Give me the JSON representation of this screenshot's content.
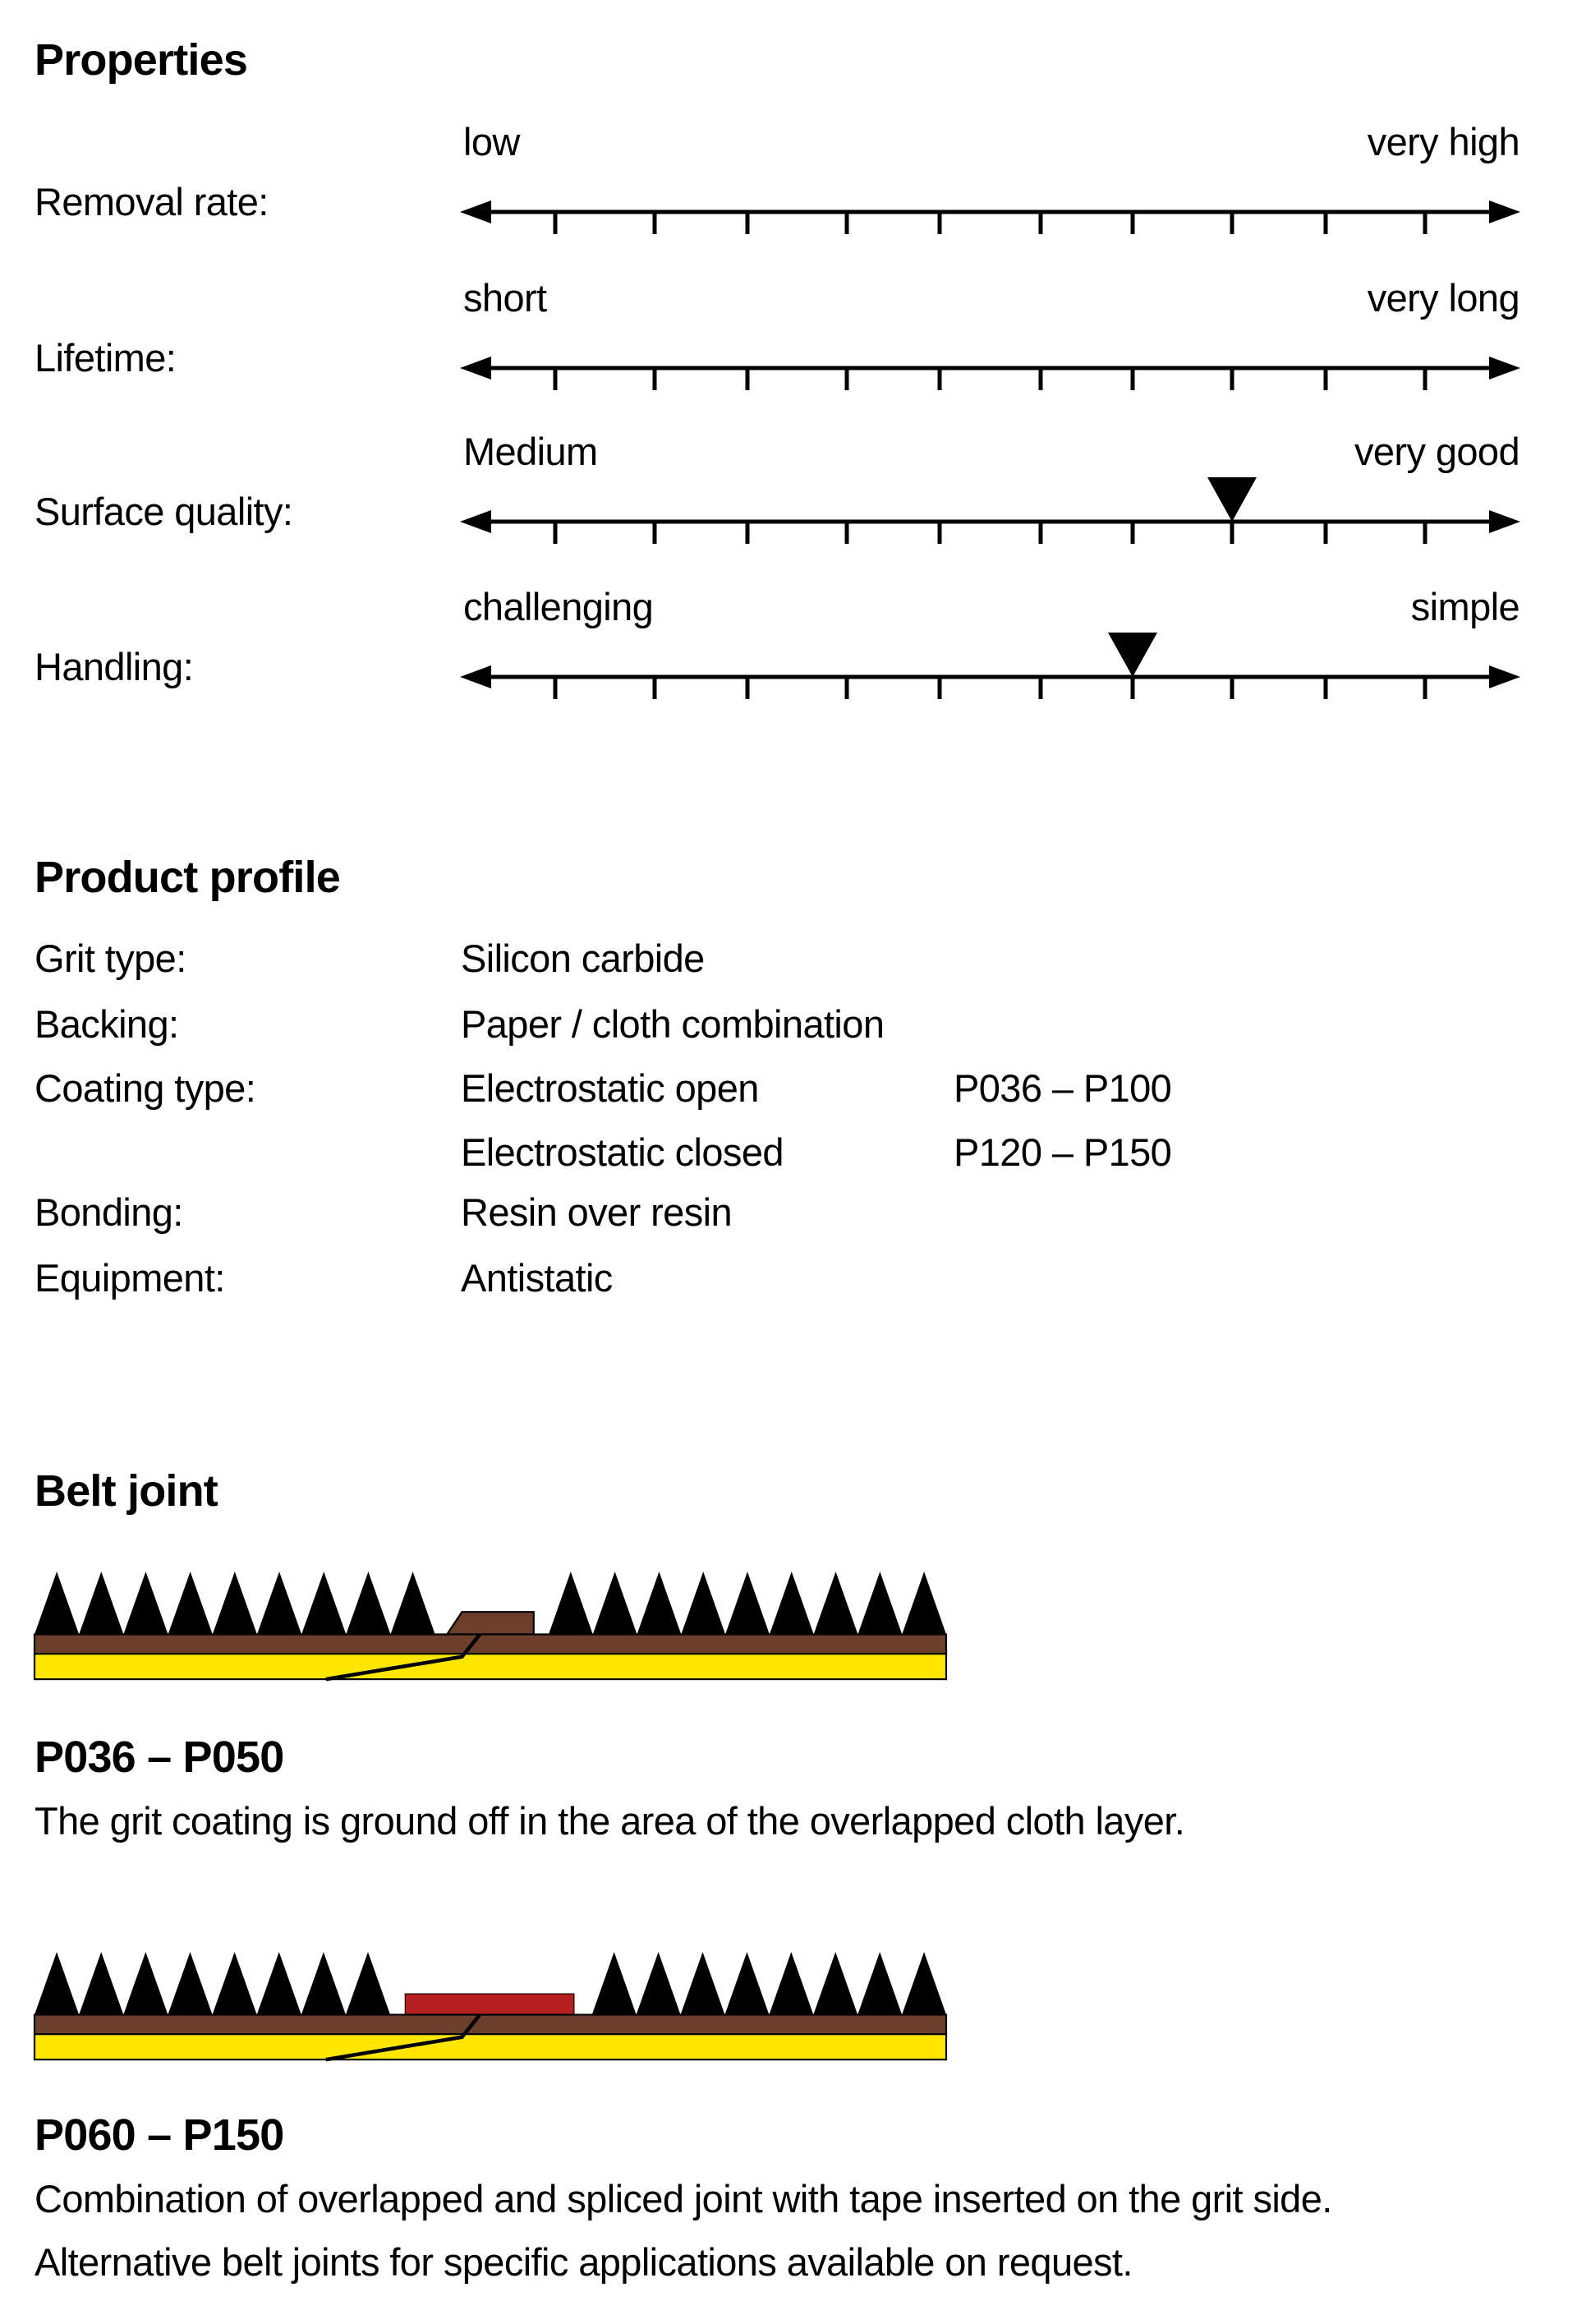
{
  "properties": {
    "title": "Properties",
    "tick_count": 10,
    "scales": [
      {
        "label": "Removal rate:",
        "min_label": "low",
        "max_label": "very high",
        "marker_tick": null
      },
      {
        "label": "Lifetime:",
        "min_label": "short",
        "max_label": "very long",
        "marker_tick": null
      },
      {
        "label": "Surface quality:",
        "min_label": "Medium",
        "max_label": "very good",
        "marker_tick": 8
      },
      {
        "label": "Handling:",
        "min_label": "challenging",
        "max_label": "simple",
        "marker_tick": 7
      }
    ]
  },
  "product_profile": {
    "title": "Product profile",
    "rows": [
      {
        "label": "Grit type:",
        "value": "Silicon carbide",
        "extra": ""
      },
      {
        "label": "Backing:",
        "value": "Paper / cloth combination",
        "extra": ""
      },
      {
        "label": "Coating type:",
        "value": "Electrostatic open",
        "extra": "P036 – P100"
      },
      {
        "label": "",
        "value": "Electrostatic closed",
        "extra": "P120 – P150"
      },
      {
        "label": "Bonding:",
        "value": "Resin over resin",
        "extra": ""
      },
      {
        "label": "Equipment:",
        "value": "Antistatic",
        "extra": ""
      }
    ]
  },
  "belt_joint": {
    "title": "Belt joint",
    "variants": [
      {
        "range": "P036 – P050",
        "description": [
          "The grit coating is ground off in the area of the overlapped cloth layer."
        ]
      },
      {
        "range": "P060 – P150",
        "description": [
          "Combination of overlapped and spliced joint with tape inserted on the grit side.",
          "Alternative belt joints for specific applications available on request."
        ]
      }
    ],
    "colors": {
      "grit": "#000000",
      "cloth": "#6b3f2a",
      "paper": "#ffe600",
      "tape": "#b51f1f"
    }
  }
}
